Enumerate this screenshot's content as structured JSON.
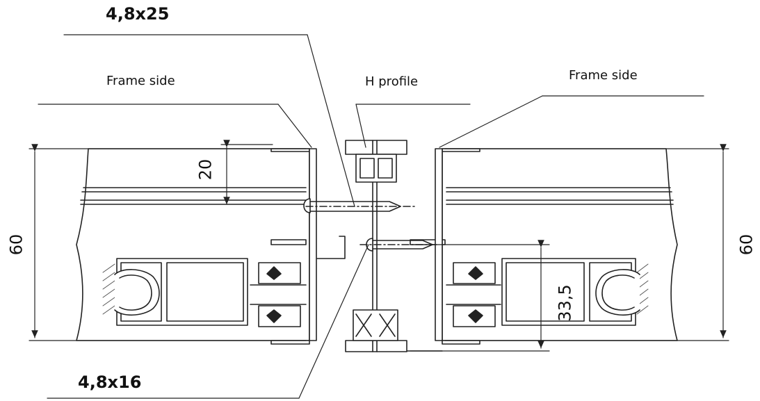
{
  "labels": {
    "screw_top": "4,8x25",
    "screw_bottom": "4,8x16",
    "frame_left": "Frame side",
    "frame_right": "Frame side",
    "h_profile": "H profile"
  },
  "dimensions": {
    "height_left": "60",
    "height_right": "60",
    "top_offset": "20",
    "screw_offset": "33,5"
  },
  "colors": {
    "stroke": "#222222",
    "fill": "#ffffff",
    "hatch": "#555555"
  }
}
